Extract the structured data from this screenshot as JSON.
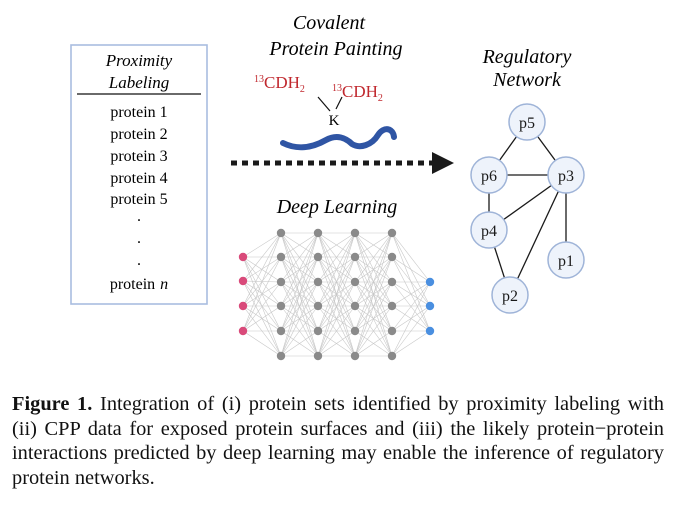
{
  "proximity_labeling": {
    "title_line1": "Proximity",
    "title_line2": "Labeling",
    "proteins": [
      "protein 1",
      "protein 2",
      "protein 3",
      "protein 4",
      "protein 5"
    ],
    "ellipsis": [
      ".",
      ".",
      "."
    ],
    "last_protein": "protein",
    "last_protein_var": "n"
  },
  "covalent_painting": {
    "title_line1": "Covalent",
    "title_line2": "Protein Painting",
    "label_left_iso": "13",
    "label_left_main": "CDH",
    "label_left_sub": "2",
    "label_right_iso": "13",
    "label_right_main": "CDH",
    "label_right_sub": "2",
    "residue": "K",
    "label_color": "#c0282e",
    "strand_color": "#2f55a4"
  },
  "deep_learning": {
    "title": "Deep Learning",
    "input_color": "#d94a7a",
    "hidden_color": "#8a8a8a",
    "output_color": "#4a8fe0"
  },
  "regulatory_network": {
    "title_line1": "Regulatory",
    "title_line2": "Network",
    "nodes": [
      "p5",
      "p6",
      "p3",
      "p4",
      "p1",
      "p2"
    ],
    "node_fill": "#eef3fb",
    "node_stroke": "#9fb4d8"
  },
  "caption": {
    "label": "Figure 1.",
    "text": " Integration of (i) protein sets identified by proximity labeling with (ii) CPP data for exposed protein surfaces and (iii) the likely protein−protein interactions predicted by deep learning may enable the inference of regulatory protein networks."
  }
}
